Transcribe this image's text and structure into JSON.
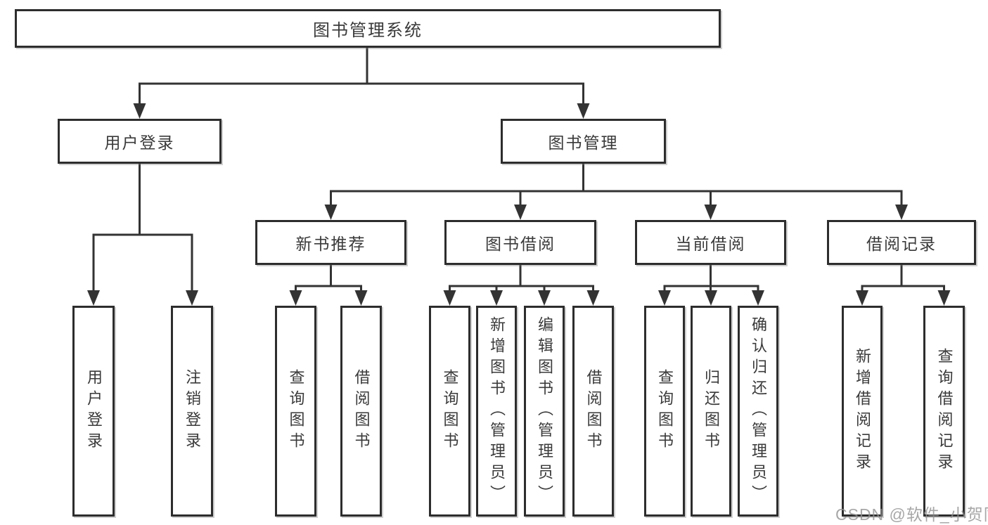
{
  "root": {
    "label": "图书管理系统"
  },
  "level2": [
    {
      "label": "用户登录",
      "children": [
        {
          "label": "用户登录"
        },
        {
          "label": "注销登录"
        }
      ]
    },
    {
      "label": "图书管理",
      "children": [
        {
          "label": "新书推荐",
          "children": [
            {
              "label": "查询图书"
            },
            {
              "label": "借阅图书"
            }
          ]
        },
        {
          "label": "图书借阅",
          "children": [
            {
              "label": "查询图书"
            },
            {
              "label": "新增图书（管理员）"
            },
            {
              "label": "编辑图书（管理员）"
            },
            {
              "label": "借阅图书"
            }
          ]
        },
        {
          "label": "当前借阅",
          "children": [
            {
              "label": "查询图书"
            },
            {
              "label": "归还图书"
            },
            {
              "label": "确认归还（管理员）"
            }
          ]
        },
        {
          "label": "借阅记录",
          "children": [
            {
              "label": "新增借阅记录"
            },
            {
              "label": "查询借阅记录"
            }
          ]
        }
      ]
    }
  ],
  "watermark": "CSDN @软件_小贺同学",
  "colors": {
    "background": "#ffffff",
    "line": "#333333",
    "box_border": "#2d2d2d",
    "text": "#3a3a3a",
    "watermark": "#919191"
  }
}
